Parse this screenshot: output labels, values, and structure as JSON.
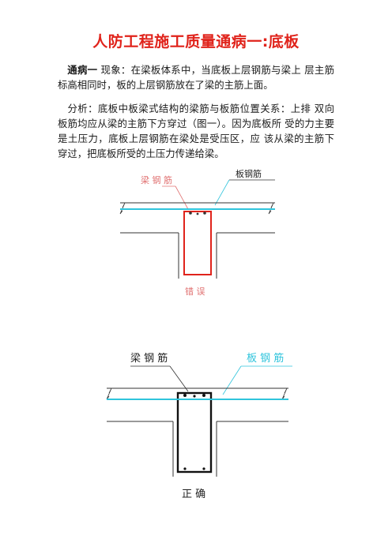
{
  "title": "人防工程施工质量通病一:底板",
  "issue": {
    "label": "通病一",
    "text": "现象：在梁板体系中，当底板上层钢筋与梁上 层主筋标高相同时，板的上层钢筋放在了梁的主筋上面。"
  },
  "analysis": {
    "text": "分析：底板中板梁式结构的梁筋与板筋位置关系：上排 双向板筋均应从梁的主筋下方穿过（图一）。因为底板所 受的力主要是土压力，底板上层钢筋在梁处是受压区，应 该从梁的主筋下穿过，把底板所受的土压力传递给梁。"
  },
  "figure_wrong": {
    "beam_label": "梁 钢 筋",
    "slab_label": "板钢筋",
    "caption": "错 误"
  },
  "figure_right": {
    "beam_label": "梁 钢 筋",
    "slab_label": "板 钢 筋",
    "caption": "正 确"
  },
  "colors": {
    "title": "#e0231b",
    "slab_rebar": "#2fc4dc",
    "beam_rebar_wrong": "#e0231b",
    "beam_rebar_right": "#111111",
    "structure_line": "#333333",
    "label_red": "#e07070"
  }
}
